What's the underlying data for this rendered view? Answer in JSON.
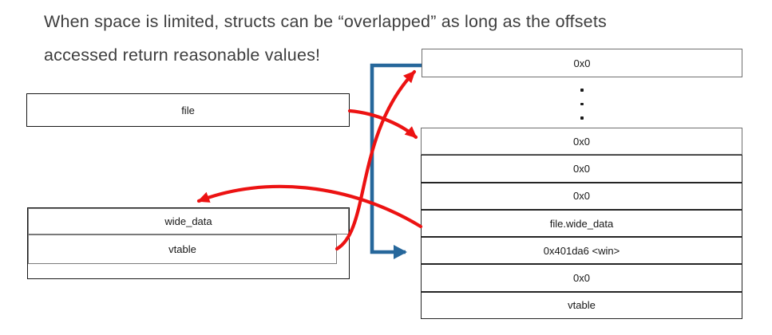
{
  "title": {
    "line1": "When space is limited, structs can be “overlapped” as long as the offsets",
    "line2": "accessed return reasonable values!"
  },
  "colors": {
    "arrow_red": "#ec1212",
    "arrow_blue": "#26679b"
  },
  "file_struct": {
    "label": "file"
  },
  "overlap_struct": {
    "wide_data_label": "wide_data",
    "vtable_label": "vtable"
  },
  "memory": {
    "top_cell": "0x0",
    "cells": [
      "0x0",
      "0x0",
      "0x0",
      "file.wide_data",
      "0x401da6 <win>",
      "0x0",
      "vtable"
    ]
  }
}
